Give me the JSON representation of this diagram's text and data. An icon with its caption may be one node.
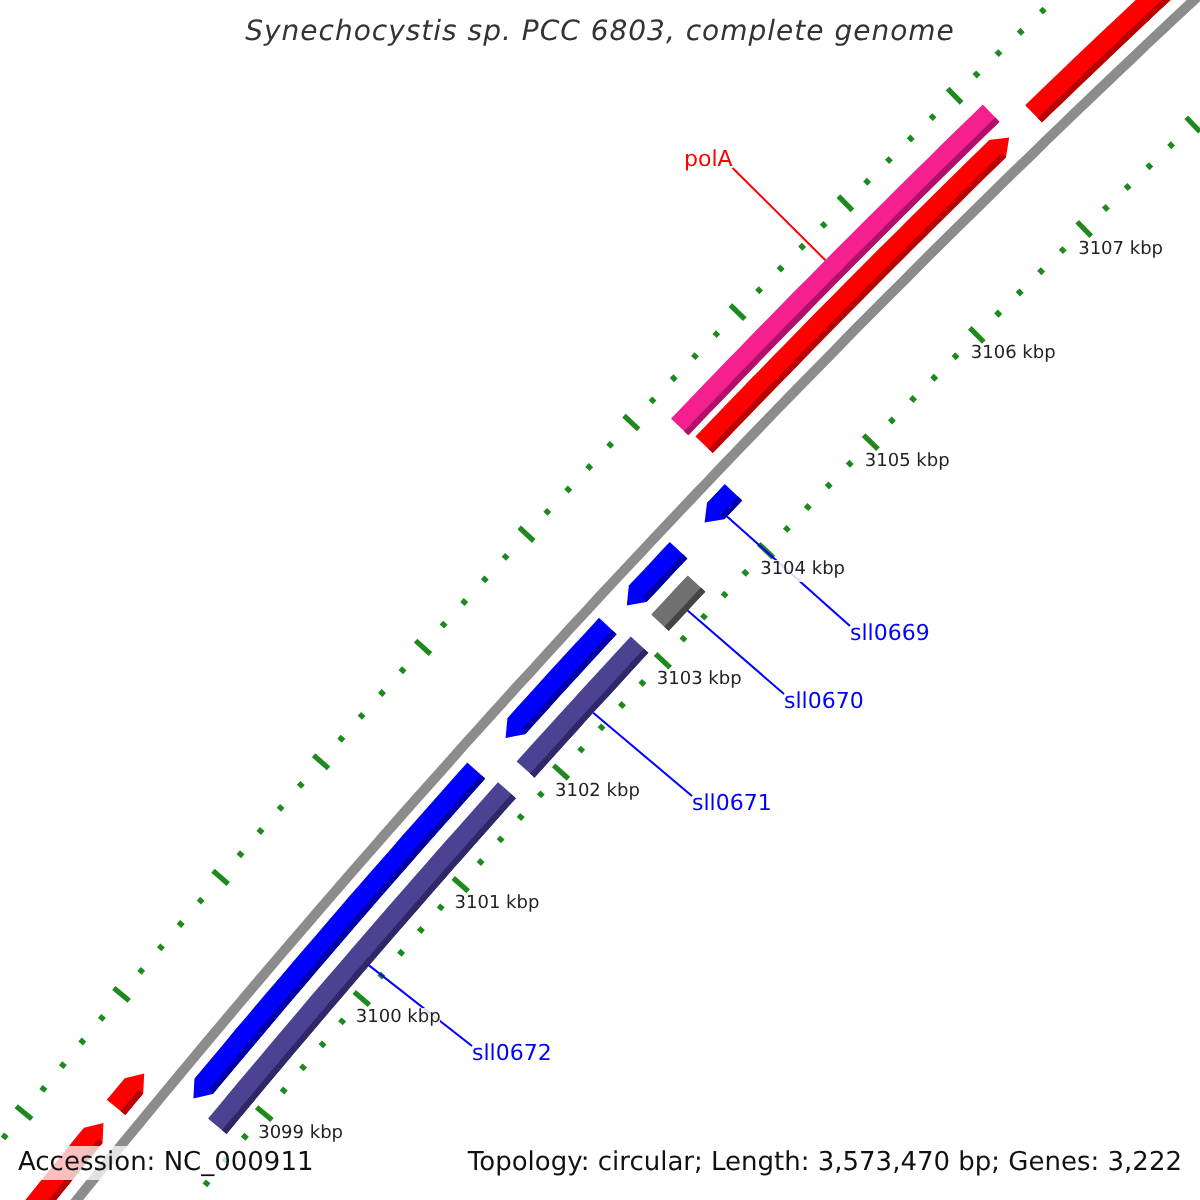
{
  "diagram": {
    "title": "Synechocystis sp. PCC 6803, complete genome",
    "nodes": [
      {
        "text": [
          "polA"
        ]
      },
      {
        "text": [],
        "shape": "bar"
      },
      {
        "text": [
          "sll0669"
        ]
      },
      {
        "text": [],
        "shape": "bar"
      },
      {
        "text": [
          "sll0670"
        ]
      },
      {
        "text": [],
        "shape": "bar"
      },
      {
        "text": [
          "sll0671"
        ]
      },
      {
        "text": [],
        "shape": "bar"
      },
      {
        "text": [
          "sll0672"
        ]
      },
      {
        "text": [],
        "shape": "bar"
      }
    ],
    "edges": [
      {
        "from": 0,
        "to": 1,
        "arrow": "none",
        "color": "#ff0000"
      },
      {
        "from": 2,
        "to": 3,
        "arrow": "none"
      },
      {
        "from": 4,
        "to": 5,
        "arrow": "none"
      },
      {
        "from": 6,
        "to": 7,
        "arrow": "none"
      },
      {
        "from": 8,
        "to": 9,
        "arrow": "none"
      }
    ],
    "labels": [
      "3107 kbp",
      "3106 kbp",
      "3105 kbp",
      "3104 kbp",
      "3103 kbp",
      "3102 kbp",
      "3101 kbp",
      "3100 kbp",
      "3099 kbp",
      "Accession: NC_000911",
      "Topology: circular; Length: 3,573,470 bp; Genes: 3,222"
    ]
  }
}
